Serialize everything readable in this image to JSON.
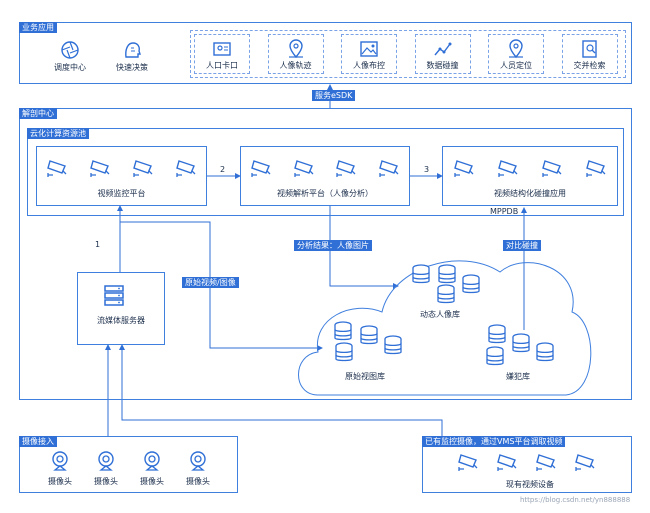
{
  "sections": {
    "business_app": "业务应用",
    "analysis_center": "解剖中心",
    "cloud_pool": "云化计算资源池",
    "camera_access": "摄像接入",
    "existing_cameras": "已有监控摄像，通过VMS平台调取视频"
  },
  "business": {
    "left_items": [
      "调度中心",
      "快速决策"
    ],
    "right_items": [
      "人口卡口",
      "人像轨迹",
      "人像布控",
      "数据碰撞",
      "人员定位",
      "交并检索"
    ]
  },
  "service_sdk": "服务eSDK",
  "platforms": {
    "monitor": "视频监控平台",
    "parse": "视频解析平台（人像分析）",
    "struct": "视频结构化碰撞应用"
  },
  "edge_labels": {
    "e1": "1",
    "e2": "2",
    "e3": "3",
    "mppdb": "MPPDB",
    "analysis_result": "分析结果：人像图片",
    "compare": "对比碰撞",
    "raw_video": "原始视频/图像"
  },
  "streaming_server": "流媒体服务器",
  "databases": {
    "dynamic": "动态人像库",
    "raw": "原始视图库",
    "suspect": "嫌犯库"
  },
  "cameras": [
    "摄像头",
    "摄像头",
    "摄像头",
    "摄像头"
  ],
  "existing_device": "现有视频设备",
  "watermark": "https://blog.csdn.net/yn888888",
  "colors": {
    "accent": "#2f6fd6",
    "line": "#3f7fde",
    "icon": "#2f6fd6"
  }
}
